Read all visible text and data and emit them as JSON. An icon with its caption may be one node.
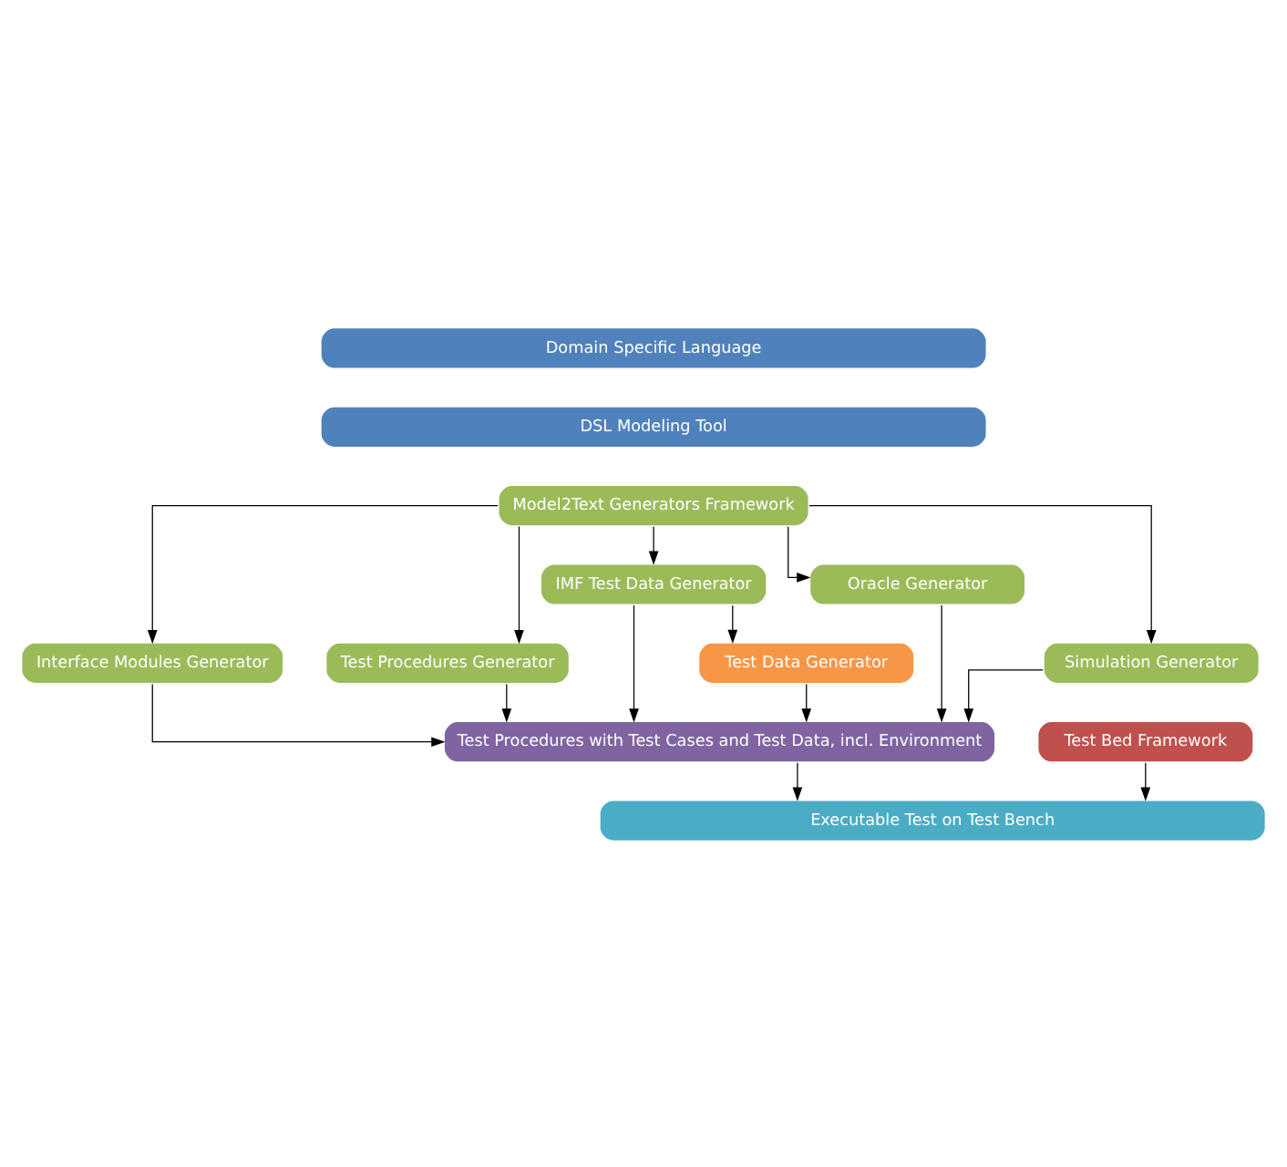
{
  "diagram": {
    "nodes": [
      {
        "text": [
          "Domain Specific Language"
        ]
      },
      {
        "text": [
          "DSL Modeling Tool"
        ]
      },
      {
        "text": [
          "Model2Text Generators Framework"
        ]
      },
      {
        "text": [
          "Interface Modules Generator"
        ]
      },
      {
        "text": [
          "Test Procedures Generator"
        ]
      },
      {
        "text": [
          "IMF Test Data Generator"
        ]
      },
      {
        "text": [
          "Oracle Generator"
        ]
      },
      {
        "text": [
          "Test Data Generator"
        ]
      },
      {
        "text": [
          "Simulation Generator"
        ]
      },
      {
        "text": [
          "Test Procedures with Test Cases and Test Data, incl. Environment"
        ]
      },
      {
        "text": [
          "Test Bed Framework"
        ]
      },
      {
        "text": [
          "Executable Test on Test Bench"
        ]
      }
    ],
    "edges": [
      {
        "from": 2,
        "to": 3,
        "arrow": "to"
      },
      {
        "from": 2,
        "to": 5,
        "arrow": "to"
      },
      {
        "from": 2,
        "to": 4,
        "arrow": "to"
      },
      {
        "from": 2,
        "to": 6,
        "arrow": "to"
      },
      {
        "from": 2,
        "to": 8,
        "arrow": "to"
      },
      {
        "from": 5,
        "to": 7,
        "arrow": "to"
      },
      {
        "from": 3,
        "to": 9,
        "arrow": "to"
      },
      {
        "from": 4,
        "to": 9,
        "arrow": "to"
      },
      {
        "from": 5,
        "to": 9,
        "arrow": "to"
      },
      {
        "from": 6,
        "to": 9,
        "arrow": "to"
      },
      {
        "from": 7,
        "to": 9,
        "arrow": "to"
      },
      {
        "from": 8,
        "to": 9,
        "arrow": "to"
      },
      {
        "from": 9,
        "to": 11,
        "arrow": "to"
      },
      {
        "from": 10,
        "to": 11,
        "arrow": "to"
      }
    ]
  }
}
